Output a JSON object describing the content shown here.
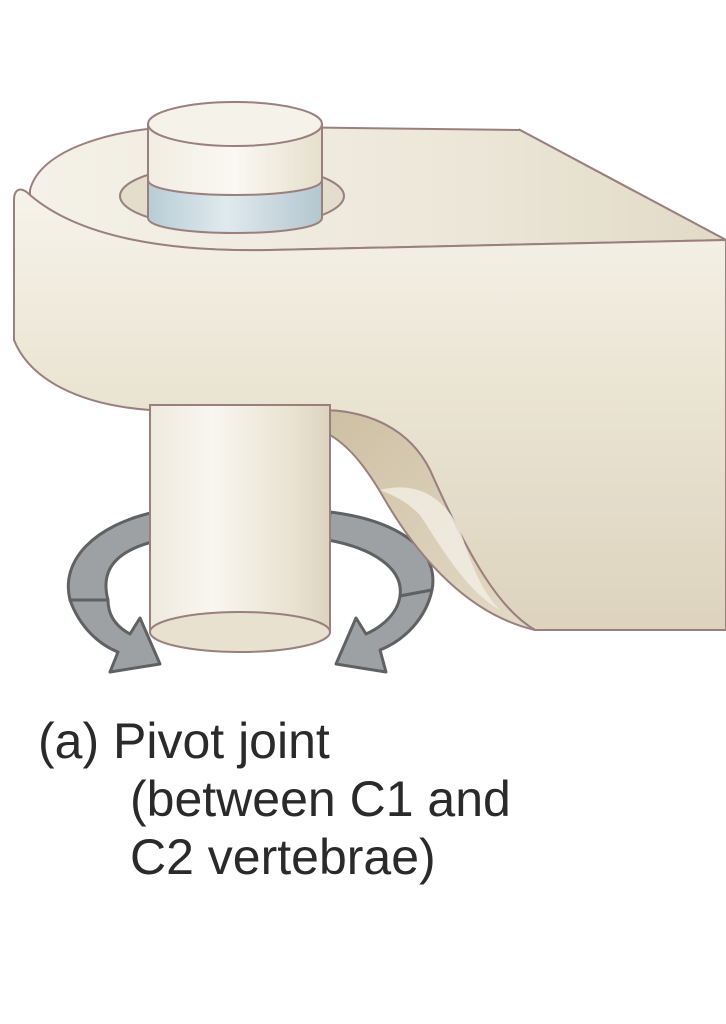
{
  "figure": {
    "label": "(a)",
    "title": "Pivot joint",
    "detail_line1": "(between C1 and",
    "detail_line2": "C2 vertebrae)"
  },
  "colors": {
    "bone_fill": "#ebe6d8",
    "bone_shadow": "#d8cfba",
    "bone_outline": "#9a7f7f",
    "cartilage": "#c9dbe2",
    "arrow_fill": "#9ea1a4",
    "arrow_outline": "#5f6163",
    "text": "#2a2a2a"
  },
  "icons": {
    "rotation": "rotation-arrow-icon"
  }
}
